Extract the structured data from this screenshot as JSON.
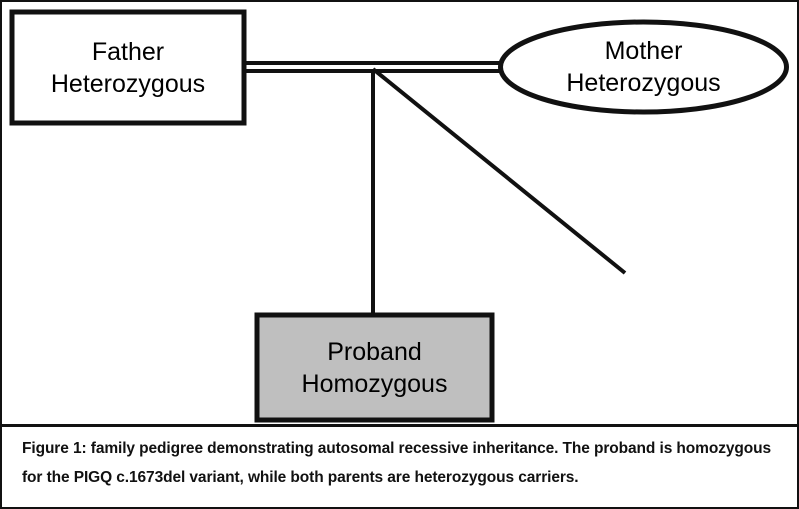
{
  "figure": {
    "domain": "diagram",
    "diagram_type": "pedigree-chart",
    "caption": "Figure 1: family pedigree demonstrating autosomal recessive inheritance. The proband is homozygous for the PIGQ c.1673del variant, while both parents are heterozygous carriers."
  },
  "colors": {
    "stroke": "#111111",
    "affected_fill": "#BFBFBF",
    "unaffected_fill": "#FFFFFF",
    "background": "#FFFFFF"
  },
  "individuals": {
    "father": {
      "shape": "square",
      "sex": "male",
      "status": "unaffected-carrier",
      "fill": "#FFFFFF",
      "line1": "Father",
      "line2": "Heterozygous"
    },
    "mother": {
      "shape": "ellipse",
      "sex": "female",
      "status": "unaffected-carrier",
      "fill": "#FFFFFF",
      "line1": "Mother",
      "line2": "Heterozygous"
    },
    "proband": {
      "shape": "square",
      "sex": "male",
      "status": "affected",
      "fill": "#BFBFBF",
      "line1": "Proband",
      "line2": "Homozygous"
    }
  },
  "connectors": {
    "mating_line": {
      "type": "double-line",
      "meaning": "consanguineous-union"
    },
    "descent_line": {
      "type": "single-line",
      "meaning": "sibship-descent-to-proband"
    },
    "diagonal_line": {
      "type": "single-line",
      "meaning": "additional-descent-branch"
    }
  }
}
